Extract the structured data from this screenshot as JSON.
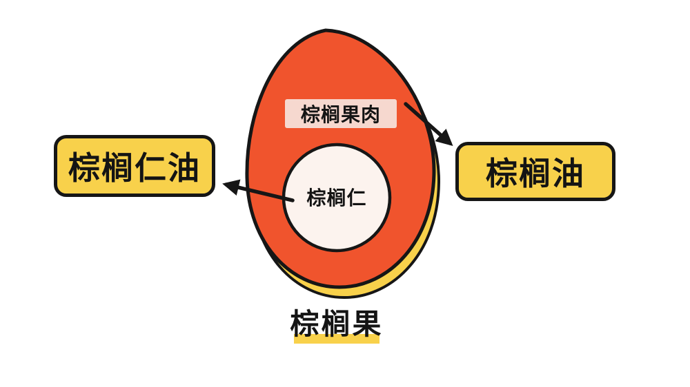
{
  "diagram": {
    "fruit_title": "棕榈果",
    "flesh_label": "棕榈果肉",
    "kernel_label": "棕榈仁",
    "palm_kernel_oil_label": "棕榈仁油",
    "palm_oil_label": "棕榈油"
  },
  "colors": {
    "fruit_orange": "#F0542D",
    "highlight_yellow": "#F8D14B",
    "flesh_tag_pink": "#F6D8CF",
    "kernel_white": "#FCF3EE",
    "outline_black": "#161616"
  }
}
